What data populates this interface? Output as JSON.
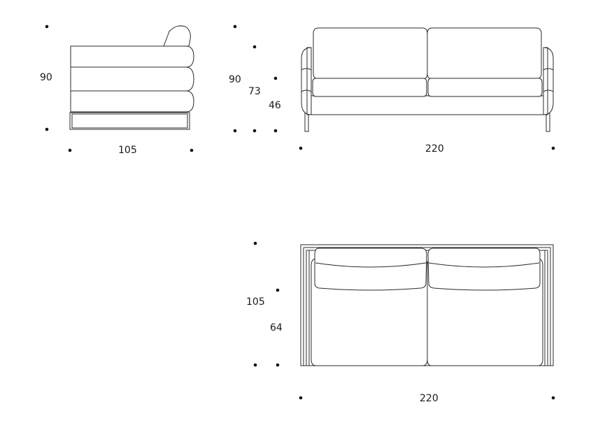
{
  "side_view": {
    "height_label": "90",
    "depth_label": "105"
  },
  "front_view": {
    "total_height_label": "90",
    "arm_height_label": "73",
    "seat_height_label": "46",
    "width_label": "220"
  },
  "top_view": {
    "depth_label": "105",
    "seat_depth_label": "64",
    "width_label": "220"
  },
  "colors": {
    "line": "#2b2b2b",
    "text": "#1a1a1a",
    "background": "#ffffff"
  }
}
